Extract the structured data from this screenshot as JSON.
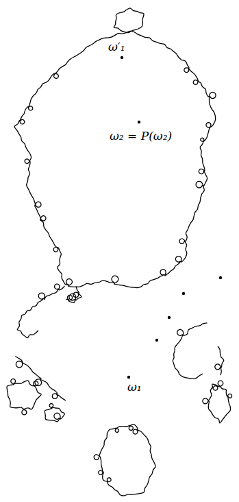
{
  "diagram": {
    "labels": [
      "ω′₁",
      "ω₂ = P(ω₂)",
      "ω₁"
    ]
  }
}
